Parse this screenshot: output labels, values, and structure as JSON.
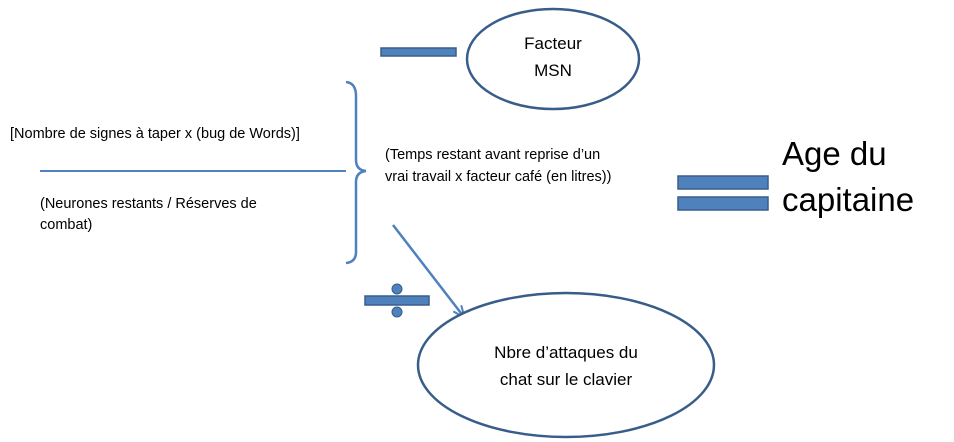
{
  "diagram": {
    "numerator": "[Nombre de signes à taper  x (bug de Words)]",
    "denominator_line1": "(Neurones restants /  Réserves de",
    "denominator_line2": "combat)",
    "middle_line1": "(Temps restant avant reprise d’un",
    "middle_line2": "vrai travail x facteur café (en litres))",
    "result_line1": "Age du",
    "result_line2": "capitaine",
    "top_ellipse_line1": "Facteur",
    "top_ellipse_line2": "MSN",
    "bottom_ellipse_line1": "Nbre d’attaques du",
    "bottom_ellipse_line2": "chat sur le clavier",
    "colors": {
      "symbol_fill": "#4f81bd",
      "symbol_stroke": "#385d8a",
      "line": "#4f81bd",
      "ellipse_stroke": "#385d8a",
      "text": "#000000"
    }
  }
}
